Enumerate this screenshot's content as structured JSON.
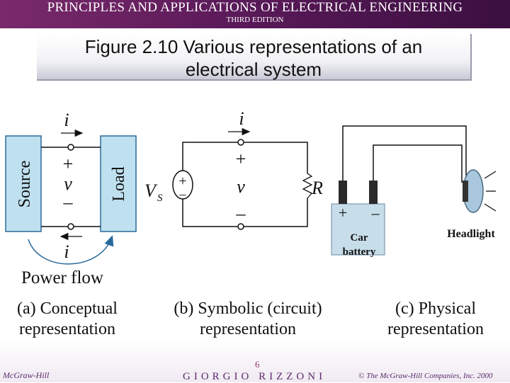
{
  "header": {
    "title": "PRINCIPLES AND APPLICATIONS OF ELECTRICAL ENGINEERING",
    "edition": "THIRD EDITION"
  },
  "figure": {
    "title": "Figure 2.10 Various representations of an\nelectrical system"
  },
  "conceptual": {
    "source_label": "Source",
    "load_label": "Load",
    "current_top": "i",
    "current_bottom": "i",
    "plus": "+",
    "minus": "–",
    "voltage": "v",
    "power_flow": "Power flow",
    "caption": "(a) Conceptual\nrepresentation"
  },
  "symbolic": {
    "current": "i",
    "plus": "+",
    "minus": "–",
    "voltage": "v",
    "source_label": "V",
    "source_sub": "S",
    "source_plus": "+",
    "source_minus": "–",
    "resistor": "R",
    "caption": "(b) Symbolic (circuit)\nrepresentation"
  },
  "physical": {
    "battery_plus": "+",
    "battery_minus": "–",
    "battery_label": "Car\nbattery",
    "headlight_label": "Headlight",
    "caption": "(c) Physical\nrepresentation"
  },
  "footer": {
    "publisher_left": "McGraw-Hill",
    "author": "GIORGIO RIZZONI",
    "page": "6",
    "copyright": "© The McGraw-Hill Companies, Inc. 2000"
  },
  "colors": {
    "header_bg": "#5b1a5a",
    "box_fill": "#bfe0ef",
    "box_stroke": "#2a6a9a",
    "battery_fill": "#c7dde9",
    "headlight_fill": "#a9c7dc"
  }
}
